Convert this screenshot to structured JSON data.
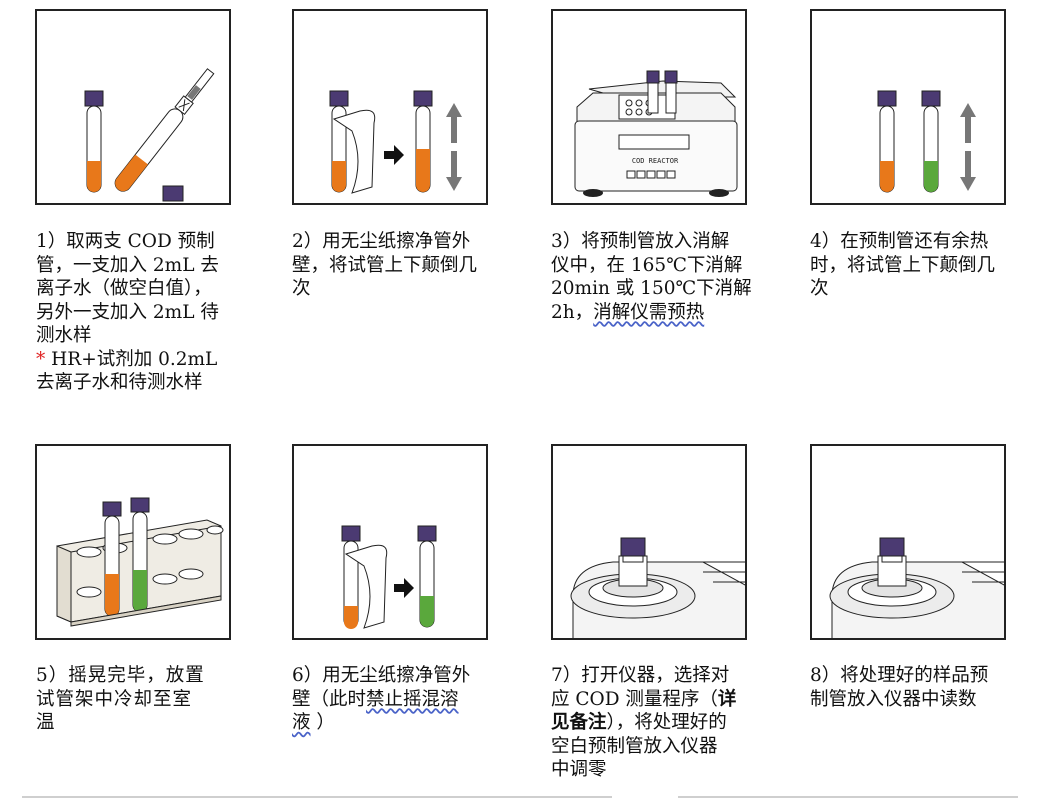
{
  "steps": [
    {
      "lines": [
        "1）取两支 COD 预制",
        "管，一支加入 2mL 去",
        "离子水（做空白值），",
        "另外一支加入 2mL 待",
        "测水样"
      ],
      "note_star": "*",
      "note_lines": [
        " HR+试剂加 0.2mL",
        "去离子水和待测水样"
      ]
    },
    {
      "lines": [
        "2）用无尘纸擦净管外",
        "壁，将试管上下颠倒几",
        "次"
      ]
    },
    {
      "lines": [
        "3）将预制管放入消解",
        "仪中，在 165℃下消解",
        "20min 或 150℃下消解"
      ],
      "line4_plain": "2h，",
      "line4_wavy": "消解仪需预热"
    },
    {
      "lines": [
        "4）在预制管还有余热",
        "时，将试管上下颠倒几",
        "次"
      ]
    },
    {
      "lines": [
        "5）摇晃完毕，放置",
        "试管架中冷却至室",
        "温"
      ]
    },
    {
      "line1": "6）用无尘纸擦净管外",
      "line2_plain": "壁（此时",
      "line2_wavy": "禁止摇混溶",
      "line3_wavy": "液",
      "line3_plain": " ）"
    },
    {
      "line1": "7）打开仪器，选择对",
      "line2_a": "应 COD 测量程序（",
      "line2_b": "详",
      "line3_a": "见备注",
      "line3_b": "），将处理好的",
      "line4": "空白预制管放入仪器",
      "line5": "中调零"
    },
    {
      "lines": [
        "8）将处理好的样品预",
        "制管放入仪器中读数"
      ]
    }
  ],
  "reactor_label": "COD REACTOR",
  "colors": {
    "orange": "#e8781a",
    "green": "#5aa83c",
    "cap": "#4b3a72",
    "border": "#222222"
  }
}
